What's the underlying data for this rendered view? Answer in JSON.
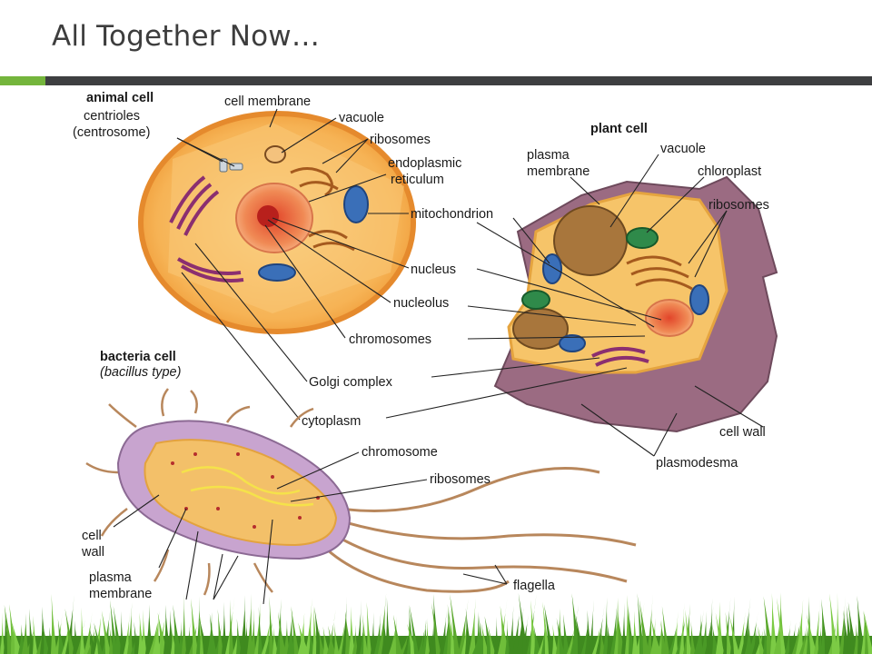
{
  "slide": {
    "title": "All Together Now…"
  },
  "colors": {
    "accent": "#74b53c",
    "header_bar": "#3e3f41",
    "grass": "#5aa82c"
  },
  "animal": {
    "heading": "animal cell",
    "labels": {
      "centrioles_1": "centrioles",
      "centrioles_2": "(centrosome)",
      "cell_membrane": "cell membrane",
      "vacuole": "vacuole",
      "ribosomes": "ribosomes",
      "er_1": "endoplasmic",
      "er_2": "reticulum",
      "mitochondrion": "mitochondrion",
      "nucleus": "nucleus",
      "nucleolus": "nucleolus",
      "chromosomes": "chromosomes",
      "golgi": "Golgi complex",
      "cytoplasm": "cytoplasm"
    }
  },
  "plant": {
    "heading": "plant cell",
    "labels": {
      "plasma_1": "plasma",
      "plasma_2": "membrane",
      "vacuole": "vacuole",
      "chloroplast": "chloroplast",
      "ribosomes": "ribosomes",
      "cell_wall": "cell wall",
      "plasmodesma": "plasmodesma"
    }
  },
  "bacteria": {
    "heading": "bacteria cell",
    "subheading": "(bacillus type)",
    "labels": {
      "chromosome": "chromosome",
      "ribosomes": "ribosomes",
      "cell_wall_1": "cell",
      "cell_wall_2": "wall",
      "plasma_1": "plasma",
      "plasma_2": "membrane",
      "flagella": "flagella"
    }
  }
}
